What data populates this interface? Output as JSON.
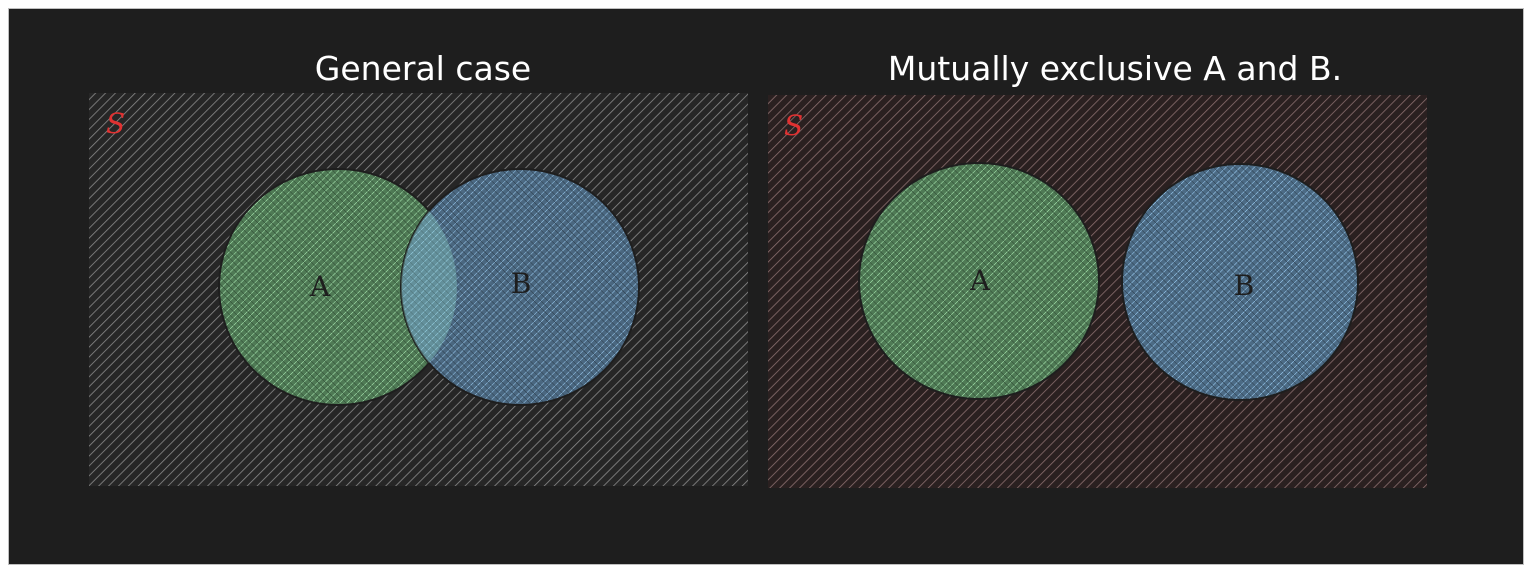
{
  "panels": [
    {
      "title": "General case",
      "set_label": "S",
      "circle_a_label": "A",
      "circle_b_label": "B",
      "overlapping": true
    },
    {
      "title": "Mutually exclusive A and B.",
      "set_label": "S",
      "circle_a_label": "A",
      "circle_b_label": "B",
      "overlapping": false
    }
  ],
  "colors": {
    "background": "#1e1e1e",
    "panel_left_fill": "#3a3a3a",
    "panel_right_fill": "#4a3b3b",
    "circle_a_fill": "#b2f2bb",
    "circle_b_fill": "#a5d8ff",
    "set_label_color": "#e03131",
    "title_color": "#ffffff"
  }
}
